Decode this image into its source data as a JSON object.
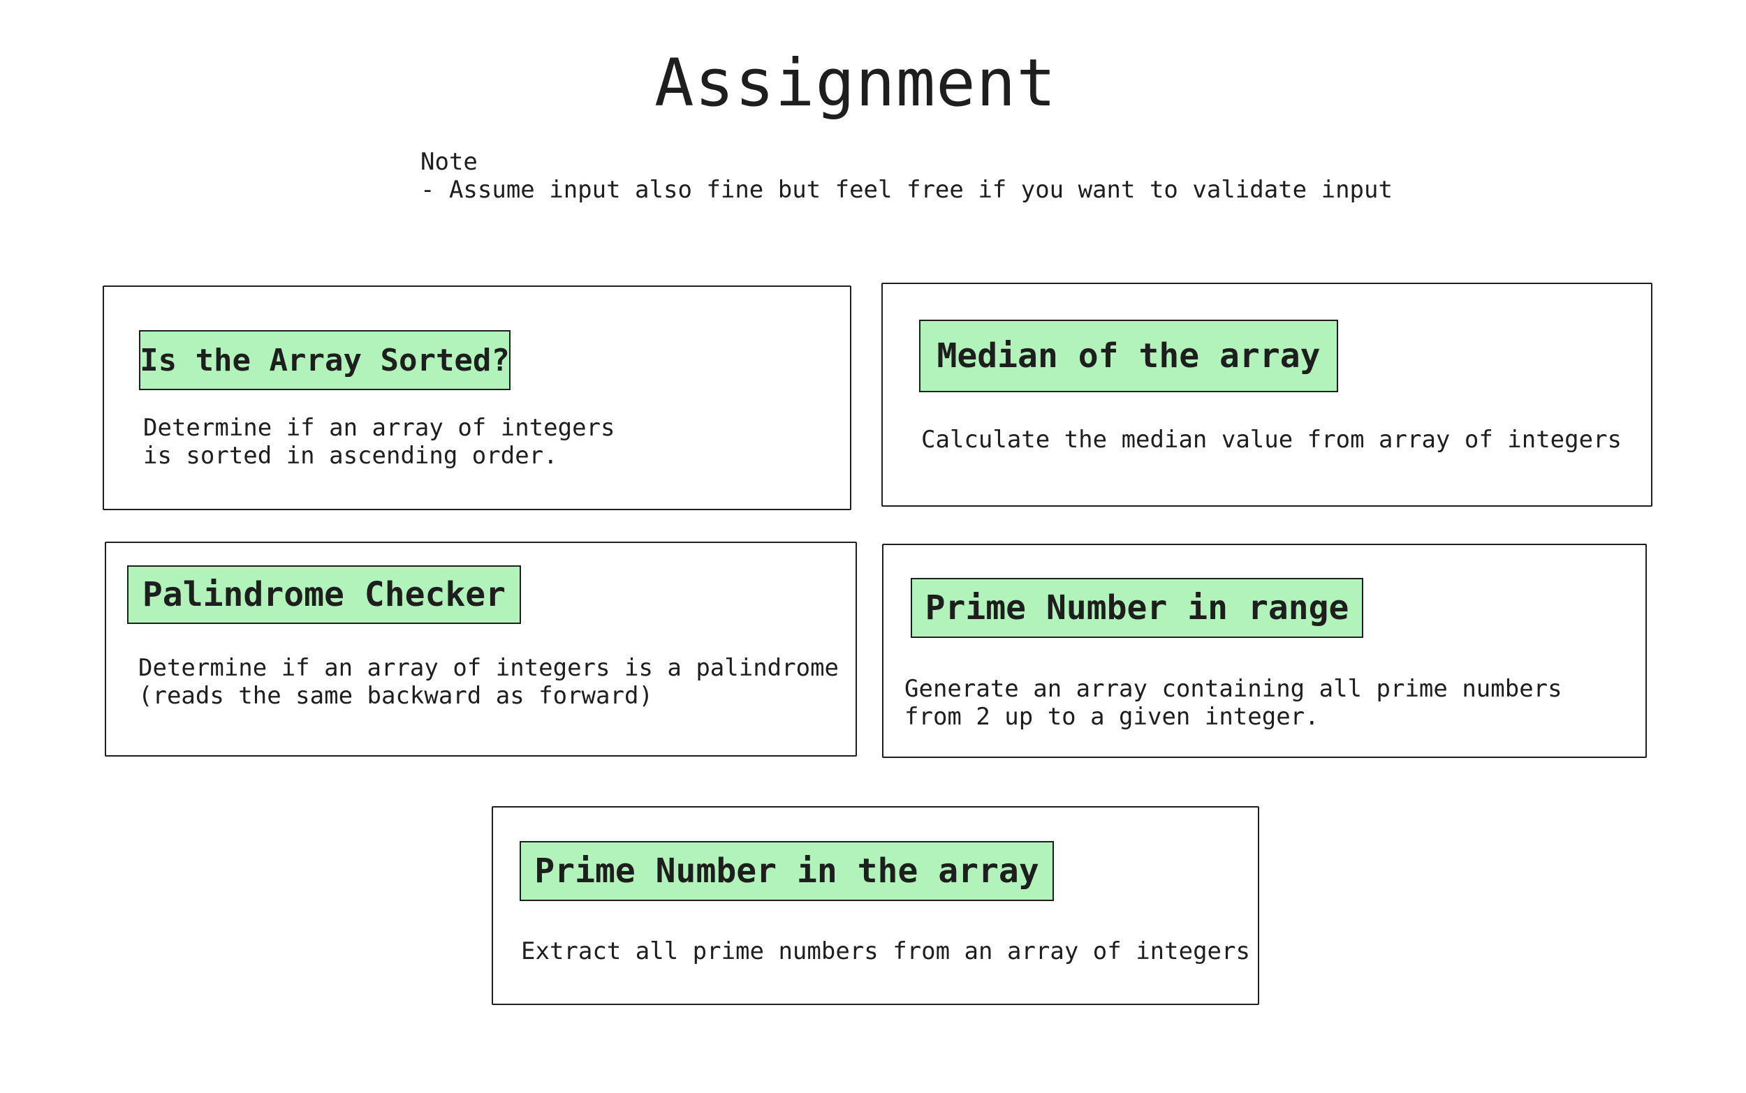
{
  "title": "Assignment",
  "note": {
    "heading": "Note",
    "line": "- Assume input also fine but feel free if you want to validate input"
  },
  "colors": {
    "title_fill": "#b2f2bb",
    "stroke": "#1e1e1e",
    "background": "#ffffff"
  },
  "cards": [
    {
      "title": "Is the Array Sorted?",
      "description": "Determine if an array of integers\nis sorted in ascending order."
    },
    {
      "title": "Median of the array",
      "description": "Calculate the median value from array of integers"
    },
    {
      "title": "Palindrome Checker",
      "description": "Determine if an array of integers is a palindrome\n(reads the same backward as forward)"
    },
    {
      "title": "Prime Number in range",
      "description": "Generate an array containing all prime numbers\nfrom 2 up to a given integer."
    },
    {
      "title": "Prime Number in the array",
      "description": "Extract all prime numbers from an array of integers"
    }
  ]
}
